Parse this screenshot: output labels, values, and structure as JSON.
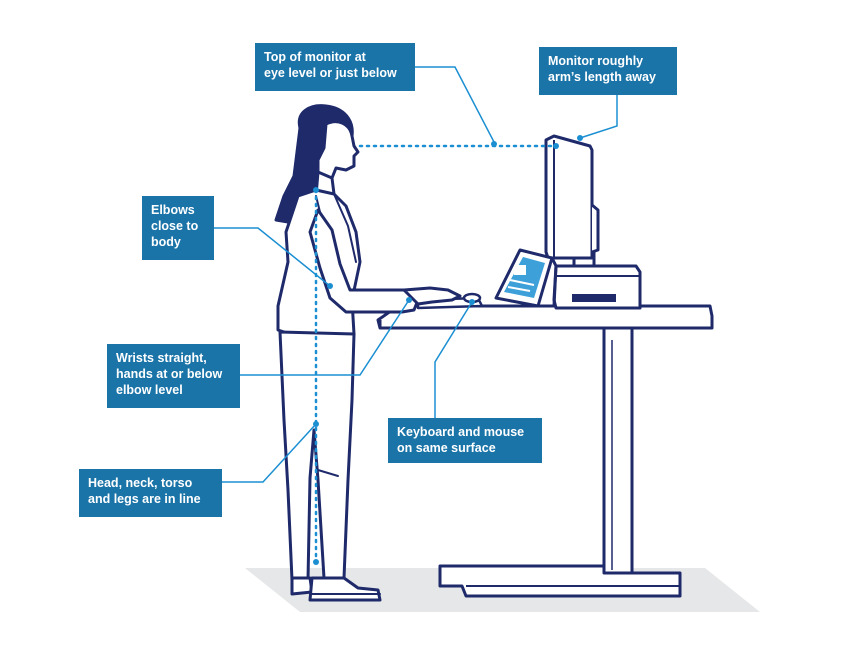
{
  "colors": {
    "navy": "#1f2a6b",
    "callout_bg": "#1b74a8",
    "callout_text": "#ffffff",
    "leader": "#1b8fd2",
    "floor": "#e6e7e8"
  },
  "callouts": [
    {
      "id": "monitor-eye-level",
      "text": "Top of monitor at\neye level or just below"
    },
    {
      "id": "arms-length",
      "text": "Monitor roughly\narm’s length away"
    },
    {
      "id": "elbows",
      "text": "Elbows\nclose to\nbody"
    },
    {
      "id": "wrists",
      "text": "Wrists straight,\nhands at or below\nelbow level"
    },
    {
      "id": "keyboard-mouse",
      "text": "Keyboard and mouse\non same surface"
    },
    {
      "id": "alignment",
      "text": "Head, neck, torso\nand legs are in line"
    }
  ]
}
